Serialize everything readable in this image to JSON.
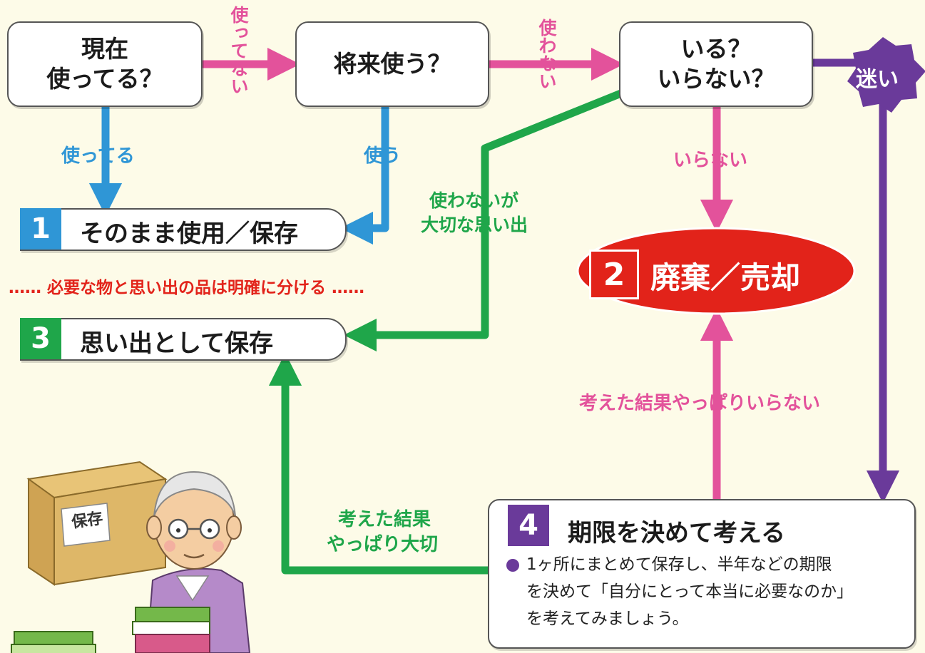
{
  "questions": {
    "q1": "現在\n使ってる？",
    "q2": "将来使う？",
    "q3": "いる？\nいらない？"
  },
  "edges": {
    "q1_no": "使ってない",
    "q2_no": "使わない",
    "q1_yes": "使ってる",
    "q2_yes": "使う",
    "q3_no": "いらない",
    "q3_memory_line1": "使わないが",
    "q3_memory_line2": "大切な思い出",
    "unsure_badge": "迷い",
    "think_no": "考えた結果やっぱりいらない",
    "think_keep_line1": "考えた結果",
    "think_keep_line2": "やっぱり大切"
  },
  "outcomes": {
    "o1": {
      "number": "1",
      "label": "そのまま使用／保存"
    },
    "o2": {
      "number": "2",
      "label": "廃棄／売却"
    },
    "o3": {
      "number": "3",
      "label": "思い出として保存"
    },
    "o4": {
      "number": "4",
      "label": "期限を決めて考える",
      "note_line1": "1ヶ所にまとめて保存し、半年などの期限",
      "note_line2": "を決めて「自分にとって本当に必要なのか」",
      "note_line3": "を考えてみましょう。"
    }
  },
  "separator": "…… 必要な物と思い出の品は明確に分ける ……",
  "illustration": {
    "box_label": "保存"
  },
  "colors": {
    "pink": "#e3529b",
    "blue": "#2f96d6",
    "green": "#1fa64a",
    "purple": "#6a3a9a",
    "red": "#e2231a",
    "background": "#fdfbe8"
  }
}
